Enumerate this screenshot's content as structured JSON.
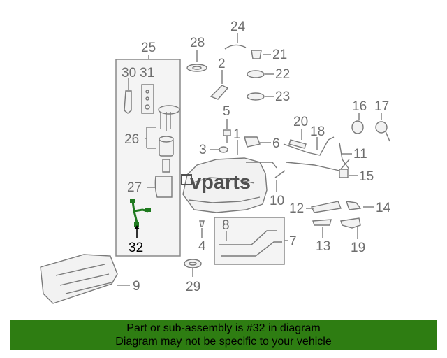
{
  "labels": {
    "p1": "1",
    "p2": "2",
    "p3": "3",
    "p4": "4",
    "p5": "5",
    "p6": "6",
    "p7": "7",
    "p8": "8",
    "p9": "9",
    "p10": "10",
    "p11": "11",
    "p12": "12",
    "p13": "13",
    "p14": "14",
    "p15": "15",
    "p16": "16",
    "p17": "17",
    "p18": "18",
    "p19": "19",
    "p20": "20",
    "p21": "21",
    "p22": "22",
    "p23": "23",
    "p24": "24",
    "p25": "25",
    "p26": "26",
    "p27": "27",
    "p28": "28",
    "p29": "29",
    "p30": "30",
    "p31": "31",
    "p32": "32"
  },
  "highlighted_part": "32",
  "watermark": "vparts",
  "banner": {
    "line1": "Part or sub-assembly is #32 in diagram",
    "line2": "Diagram may not be specific to your vehicle"
  },
  "colors": {
    "banner_bg": "#2e7d12",
    "highlight_part": "#1f7a1f",
    "line_art": "#7a7a7a"
  }
}
